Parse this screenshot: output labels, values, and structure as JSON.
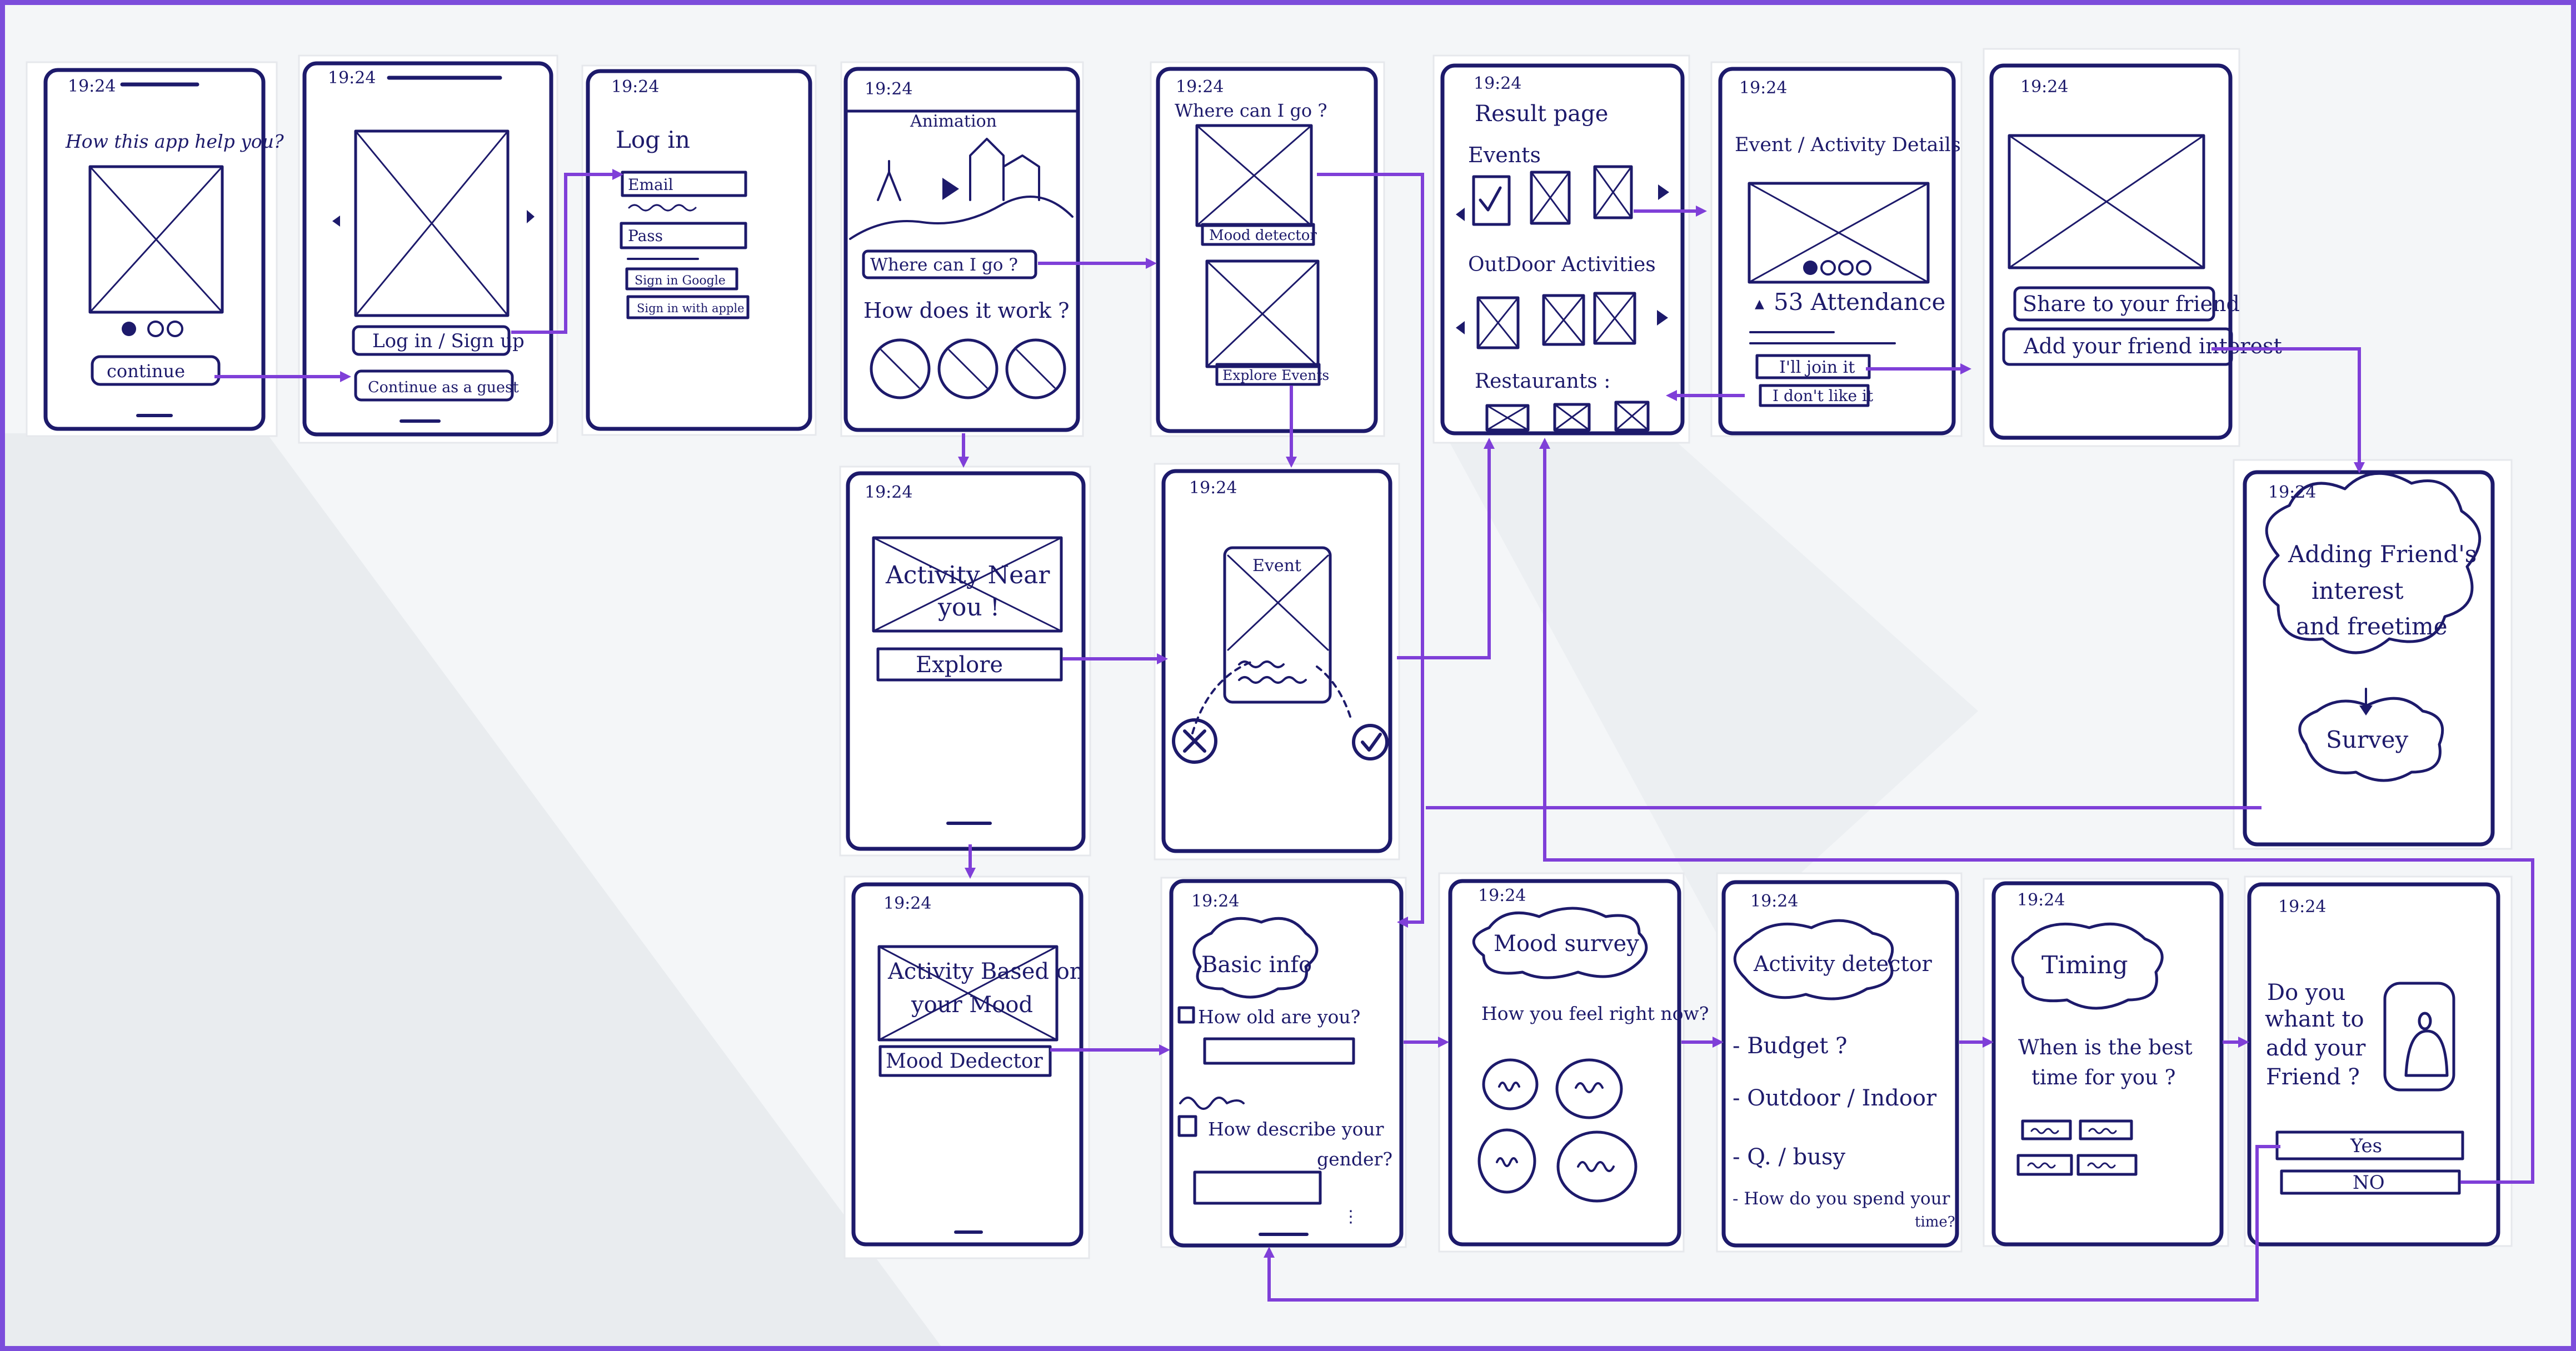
{
  "colors": {
    "ink": "#1d1a6b",
    "arrow": "#7f3fd8",
    "border": "#7c4ddb",
    "background": "#f4f6f8"
  },
  "time": "19:24",
  "screens": {
    "s1": {
      "question": "How this app help you?",
      "continue": "continue"
    },
    "s2": {
      "login_signup": "Log in / Sign up",
      "guest": "Continue as a guest"
    },
    "s3": {
      "title": "Log in",
      "email": "Email",
      "pass": "Pass",
      "google": "Sign in Google",
      "apple": "Sign in with apple"
    },
    "s4": {
      "animation": "Animation",
      "where": "Where can I go ?",
      "how": "How does it work ?"
    },
    "s5": {
      "title": "Where can I go ?",
      "mood": "Mood detector",
      "explore": "Explore Events"
    },
    "s6": {
      "title": "Result page",
      "events": "Events",
      "outdoor": "OutDoor Activities",
      "restaurants": "Restaurants :"
    },
    "s7": {
      "title": "Event / Activity Details",
      "attendance": "53 Attendance",
      "join": "I'll join it",
      "dislike": "I don't like it"
    },
    "s8": {
      "share": "Share to your friend",
      "add": "Add your friend interest"
    },
    "s9": {
      "line1": "Adding Friend's",
      "line2": "interest",
      "line3": "and freetime",
      "survey": "Survey"
    },
    "s10": {
      "line1": "Activity Near",
      "line2": "you !",
      "explore": "Explore"
    },
    "s11": {
      "event": "Event"
    },
    "s12": {
      "line1": "Activity Based on",
      "line2": "your Mood",
      "button": "Mood Dedector"
    },
    "s13": {
      "title": "Basic info",
      "age": "How old are you?",
      "gender1": "How describe your",
      "gender2": "gender?"
    },
    "s14": {
      "title": "Mood survey",
      "question": "How you feel right now?"
    },
    "s15": {
      "title": "Activity detector",
      "budget": "- Budget ?",
      "outdoor": "- Outdoor / Indoor",
      "q": "- Q.      / busy",
      "spend1": "- How do you spend your",
      "spend2": "time?"
    },
    "s16": {
      "title": "Timing",
      "q1": "When is the best",
      "q2": "time for you ?"
    },
    "s17": {
      "q1": "Do you",
      "q2": "whant to",
      "q3": "add your",
      "q4": "Friend ?",
      "yes": "Yes",
      "no": "NO"
    }
  }
}
